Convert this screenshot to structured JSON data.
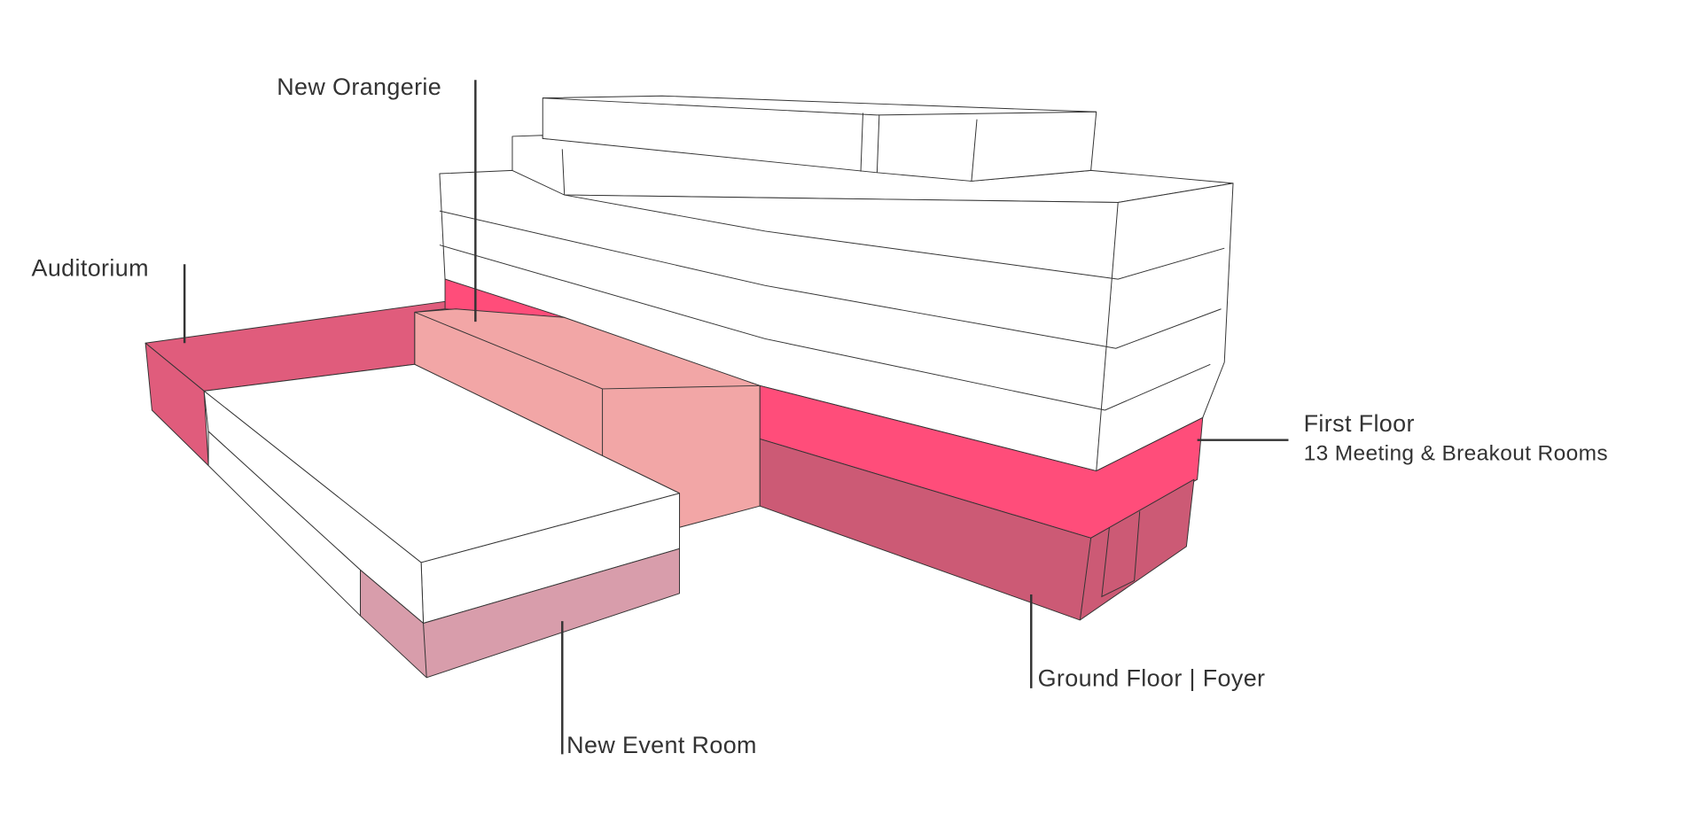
{
  "labels": {
    "new_orangerie": "New Orangerie",
    "auditorium": "Auditorium",
    "first_floor": "First Floor",
    "first_floor_sub": "13 Meeting & Breakout Rooms",
    "ground_floor": "Ground Floor | Foyer",
    "new_event_room": "New Event Room"
  },
  "colors": {
    "auditorium": "#e05c7c",
    "first_floor": "#ff4d7a",
    "ground_floor": "#cc5a75",
    "orangerie": "#f2a6a6",
    "event_room": "#d89dab",
    "building": "#ffffff"
  }
}
